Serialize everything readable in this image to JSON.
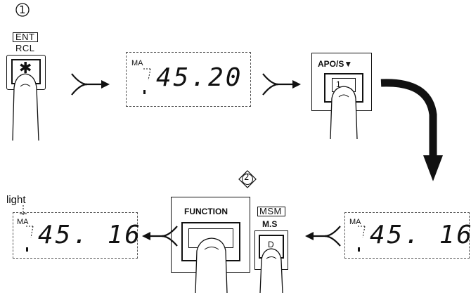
{
  "steps": {
    "step1": "1",
    "step2": "2"
  },
  "row1": {
    "enter_key": {
      "top_label": "ENT",
      "bottom_label": "RCL",
      "key_symbol": "✱"
    },
    "display": {
      "annunciator": "MA",
      "value": "45.20"
    },
    "apo_key": {
      "label": "APO/S▼",
      "key_symbol": "1"
    }
  },
  "row2": {
    "light_label": "light",
    "display_left": {
      "annunciator": "MA",
      "value": "45. 16"
    },
    "function_key": {
      "label": "FUNCTION"
    },
    "ms_key": {
      "top_label": "MSM",
      "bottom_label": "M.S",
      "key_symbol": "D"
    },
    "display_right": {
      "annunciator": "MA",
      "value": "45. 16"
    }
  },
  "colors": {
    "ink": "#111111",
    "background": "#ffffff"
  },
  "icons": [
    "pressing-finger-icon",
    "right-arrow-icon",
    "left-arrow-icon",
    "curved-down-arrow-icon"
  ]
}
